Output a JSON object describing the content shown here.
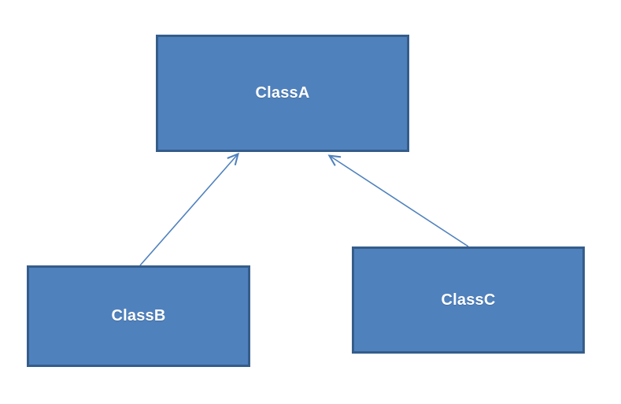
{
  "diagram": {
    "type": "class-inheritance-diagram",
    "background_color": "#ffffff",
    "colors": {
      "node_fill": "#4f81bd",
      "node_border": "#355d8a",
      "node_text": "#ffffff",
      "connector": "#4f81bd"
    },
    "nodes": [
      {
        "id": "classa",
        "label": "ClassA"
      },
      {
        "id": "classb",
        "label": "ClassB"
      },
      {
        "id": "classc",
        "label": "ClassC"
      }
    ],
    "edges": [
      {
        "from": "ClassB",
        "to": "ClassA",
        "arrowhead": "open-arrow"
      },
      {
        "from": "ClassC",
        "to": "ClassA",
        "arrowhead": "open-arrow"
      }
    ]
  }
}
